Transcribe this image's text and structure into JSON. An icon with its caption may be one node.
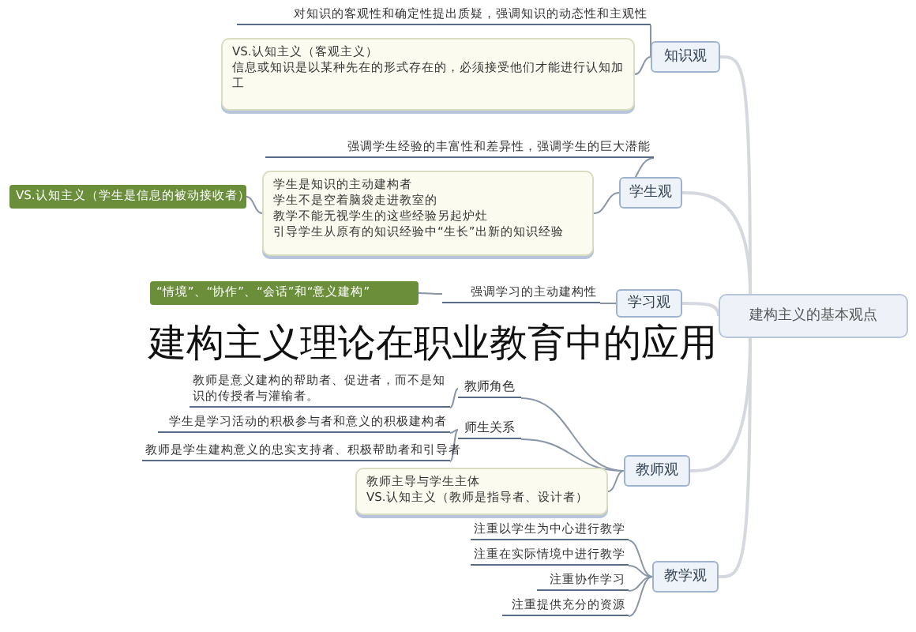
{
  "diagram": {
    "title": "建构主义理论在职业教育中的应用",
    "nodes": [
      {
        "text": [
          "建构主义的基本观点"
        ]
      },
      {
        "text": [
          "知识观"
        ]
      },
      {
        "text": [
          "对知识的客观性和确定性提出质疑，强调知识的动态性和主观性"
        ]
      },
      {
        "text": [
          "VS.认知主义（客观主义）",
          "信息或知识是以某种先在的形式存在的，必须接受他们才能进行认知加工"
        ]
      },
      {
        "text": [
          "学生观"
        ]
      },
      {
        "text": [
          "强调学生经验的丰富性和差异性，强调学生的巨大潜能"
        ]
      },
      {
        "text": [
          "学生是知识的主动建构者",
          "学生不是空着脑袋走进教室的",
          "教学不能无视学生的这些经验另起炉灶",
          "引导学生从原有的知识经验中“生长”出新的知识经验"
        ]
      },
      {
        "text": [
          "VS.认知主义（学生是信息的被动接收者）"
        ]
      },
      {
        "text": [
          "学习观"
        ]
      },
      {
        "text": [
          "强调学习的主动建构性"
        ]
      },
      {
        "text": [
          "“情境”、“协作”、“会话”和“意义建构”"
        ]
      },
      {
        "text": [
          "教师观"
        ]
      },
      {
        "text": [
          "教师角色"
        ]
      },
      {
        "text": [
          "教师是意义建构的帮助者、促进者，而不是知识的传授者与灌输者。"
        ]
      },
      {
        "text": [
          "师生关系"
        ]
      },
      {
        "text": [
          "学生是学习活动的积极参与者和意义的积极建构者"
        ]
      },
      {
        "text": [
          "教师是学生建构意义的忠实支持者、积极帮助者和引导者"
        ]
      },
      {
        "text": [
          "教师主导与学生主体",
          "VS.认知主义（教师是指导者、设计者）"
        ]
      },
      {
        "text": [
          "教学观"
        ]
      },
      {
        "text": [
          "注重以学生为中心进行教学"
        ]
      },
      {
        "text": [
          "注重在实际情境中进行教学"
        ]
      },
      {
        "text": [
          "注重协作学习"
        ]
      },
      {
        "text": [
          "注重提供充分的资源"
        ]
      }
    ],
    "edges": [
      {
        "from": 0,
        "to": 1,
        "arrow": "none"
      },
      {
        "from": 0,
        "to": 4,
        "arrow": "none"
      },
      {
        "from": 0,
        "to": 8,
        "arrow": "none"
      },
      {
        "from": 0,
        "to": 11,
        "arrow": "none"
      },
      {
        "from": 0,
        "to": 18,
        "arrow": "none"
      },
      {
        "from": 1,
        "to": 2,
        "arrow": "none"
      },
      {
        "from": 1,
        "to": 3,
        "arrow": "none"
      },
      {
        "from": 4,
        "to": 5,
        "arrow": "none"
      },
      {
        "from": 4,
        "to": 6,
        "arrow": "none"
      },
      {
        "from": 6,
        "to": 7,
        "arrow": "none"
      },
      {
        "from": 8,
        "to": 9,
        "arrow": "none"
      },
      {
        "from": 9,
        "to": 10,
        "arrow": "none"
      },
      {
        "from": 11,
        "to": 12,
        "arrow": "none"
      },
      {
        "from": 11,
        "to": 14,
        "arrow": "none"
      },
      {
        "from": 11,
        "to": 17,
        "arrow": "none"
      },
      {
        "from": 12,
        "to": 13,
        "arrow": "none"
      },
      {
        "from": 14,
        "to": 15,
        "arrow": "none"
      },
      {
        "from": 14,
        "to": 16,
        "arrow": "none"
      },
      {
        "from": 18,
        "to": 19,
        "arrow": "none"
      },
      {
        "from": 18,
        "to": 20,
        "arrow": "none"
      },
      {
        "from": 18,
        "to": 21,
        "arrow": "none"
      },
      {
        "from": 18,
        "to": 22,
        "arrow": "none"
      }
    ]
  }
}
